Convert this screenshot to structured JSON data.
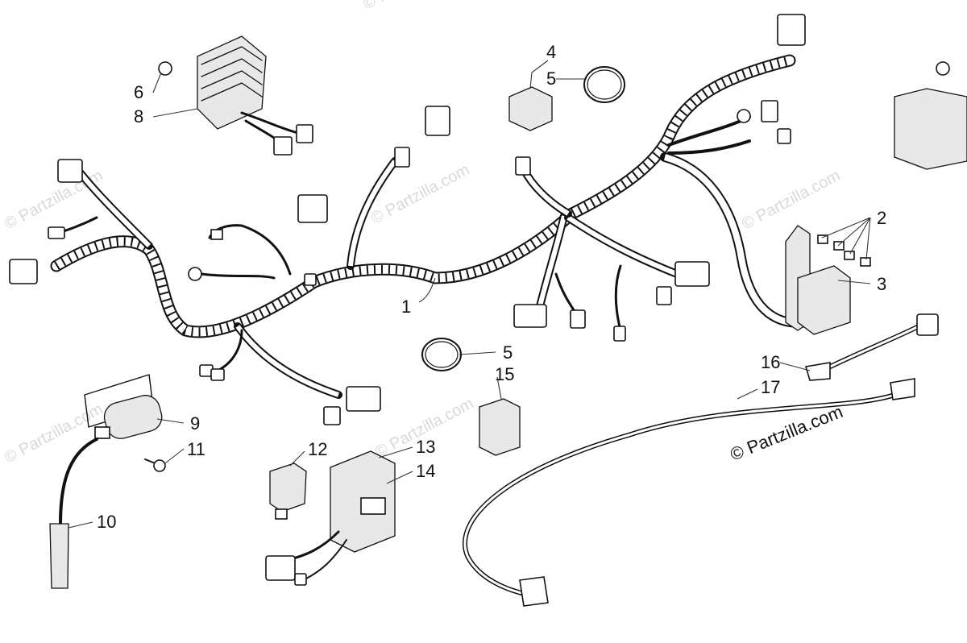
{
  "diagram": {
    "watermarks": [
      "© Partzilla.com",
      "© Partzilla.com",
      "© Partzilla.com",
      "© Partzilla.com",
      "© Partzilla.com",
      "© Partzilla.com"
    ],
    "copyright": "© Partzilla.com",
    "callouts": [
      {
        "id": "callout-1",
        "label": "1"
      },
      {
        "id": "callout-2",
        "label": "2"
      },
      {
        "id": "callout-3",
        "label": "3"
      },
      {
        "id": "callout-4",
        "label": "4"
      },
      {
        "id": "callout-5a",
        "label": "5"
      },
      {
        "id": "callout-5b",
        "label": "5"
      },
      {
        "id": "callout-6",
        "label": "6"
      },
      {
        "id": "callout-8",
        "label": "8"
      },
      {
        "id": "callout-9",
        "label": "9"
      },
      {
        "id": "callout-10",
        "label": "10"
      },
      {
        "id": "callout-11",
        "label": "11"
      },
      {
        "id": "callout-12",
        "label": "12"
      },
      {
        "id": "callout-13",
        "label": "13"
      },
      {
        "id": "callout-14",
        "label": "14"
      },
      {
        "id": "callout-15",
        "label": "15"
      },
      {
        "id": "callout-16",
        "label": "16"
      },
      {
        "id": "callout-17",
        "label": "17"
      }
    ]
  }
}
